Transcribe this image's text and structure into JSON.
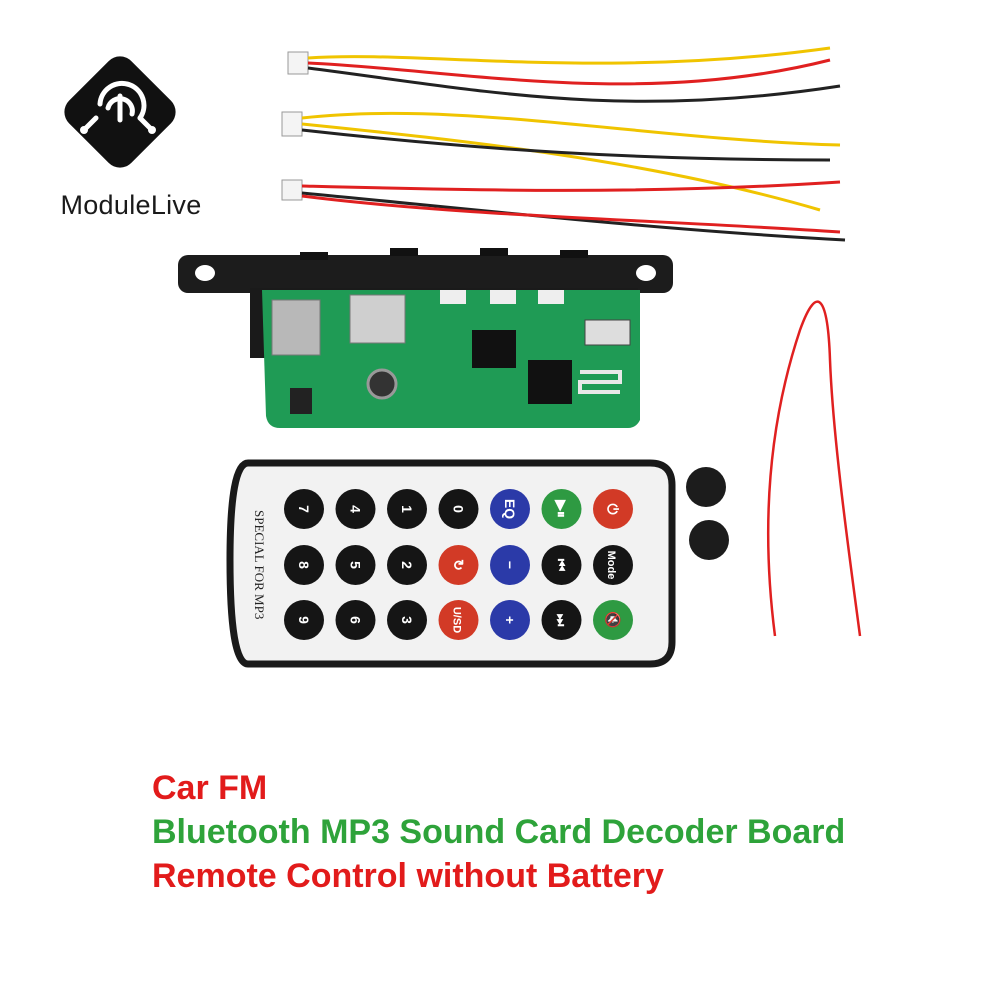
{
  "brand": {
    "name_part1": "Module",
    "name_part2": "Live"
  },
  "remote": {
    "side_text": "SPECIAL FOR MP3",
    "buttons": [
      {
        "label": "7",
        "color": "#151515"
      },
      {
        "label": "4",
        "color": "#151515"
      },
      {
        "label": "1",
        "color": "#151515"
      },
      {
        "label": "0",
        "color": "#151515"
      },
      {
        "label": "EQ",
        "color": "#2b3aa8"
      },
      {
        "label": "▶⏸",
        "color": "#2e9a42"
      },
      {
        "label": "⏻",
        "color": "#d23a26"
      },
      {
        "label": "8",
        "color": "#151515"
      },
      {
        "label": "5",
        "color": "#151515"
      },
      {
        "label": "2",
        "color": "#151515"
      },
      {
        "label": "↻",
        "color": "#d23a26"
      },
      {
        "label": "−",
        "color": "#2b3aa8"
      },
      {
        "label": "⏮",
        "color": "#151515"
      },
      {
        "label": "Mode",
        "color": "#151515"
      },
      {
        "label": "9",
        "color": "#151515"
      },
      {
        "label": "6",
        "color": "#151515"
      },
      {
        "label": "3",
        "color": "#151515"
      },
      {
        "label": "U/SD",
        "color": "#d23a26"
      },
      {
        "label": "+",
        "color": "#2b3aa8"
      },
      {
        "label": "⏭",
        "color": "#151515"
      },
      {
        "label": "🔇",
        "color": "#2e9a42"
      }
    ]
  },
  "caption": {
    "line1": "Car FM",
    "line2": "Bluetooth MP3 Sound Card Decoder Board",
    "line3": "Remote Control without Battery"
  },
  "colors": {
    "red_text": "#e21b1b",
    "green_text": "#2ea33a",
    "pcb": "#1f9b55",
    "wire_red": "#e02020",
    "wire_yellow": "#f0c400"
  }
}
